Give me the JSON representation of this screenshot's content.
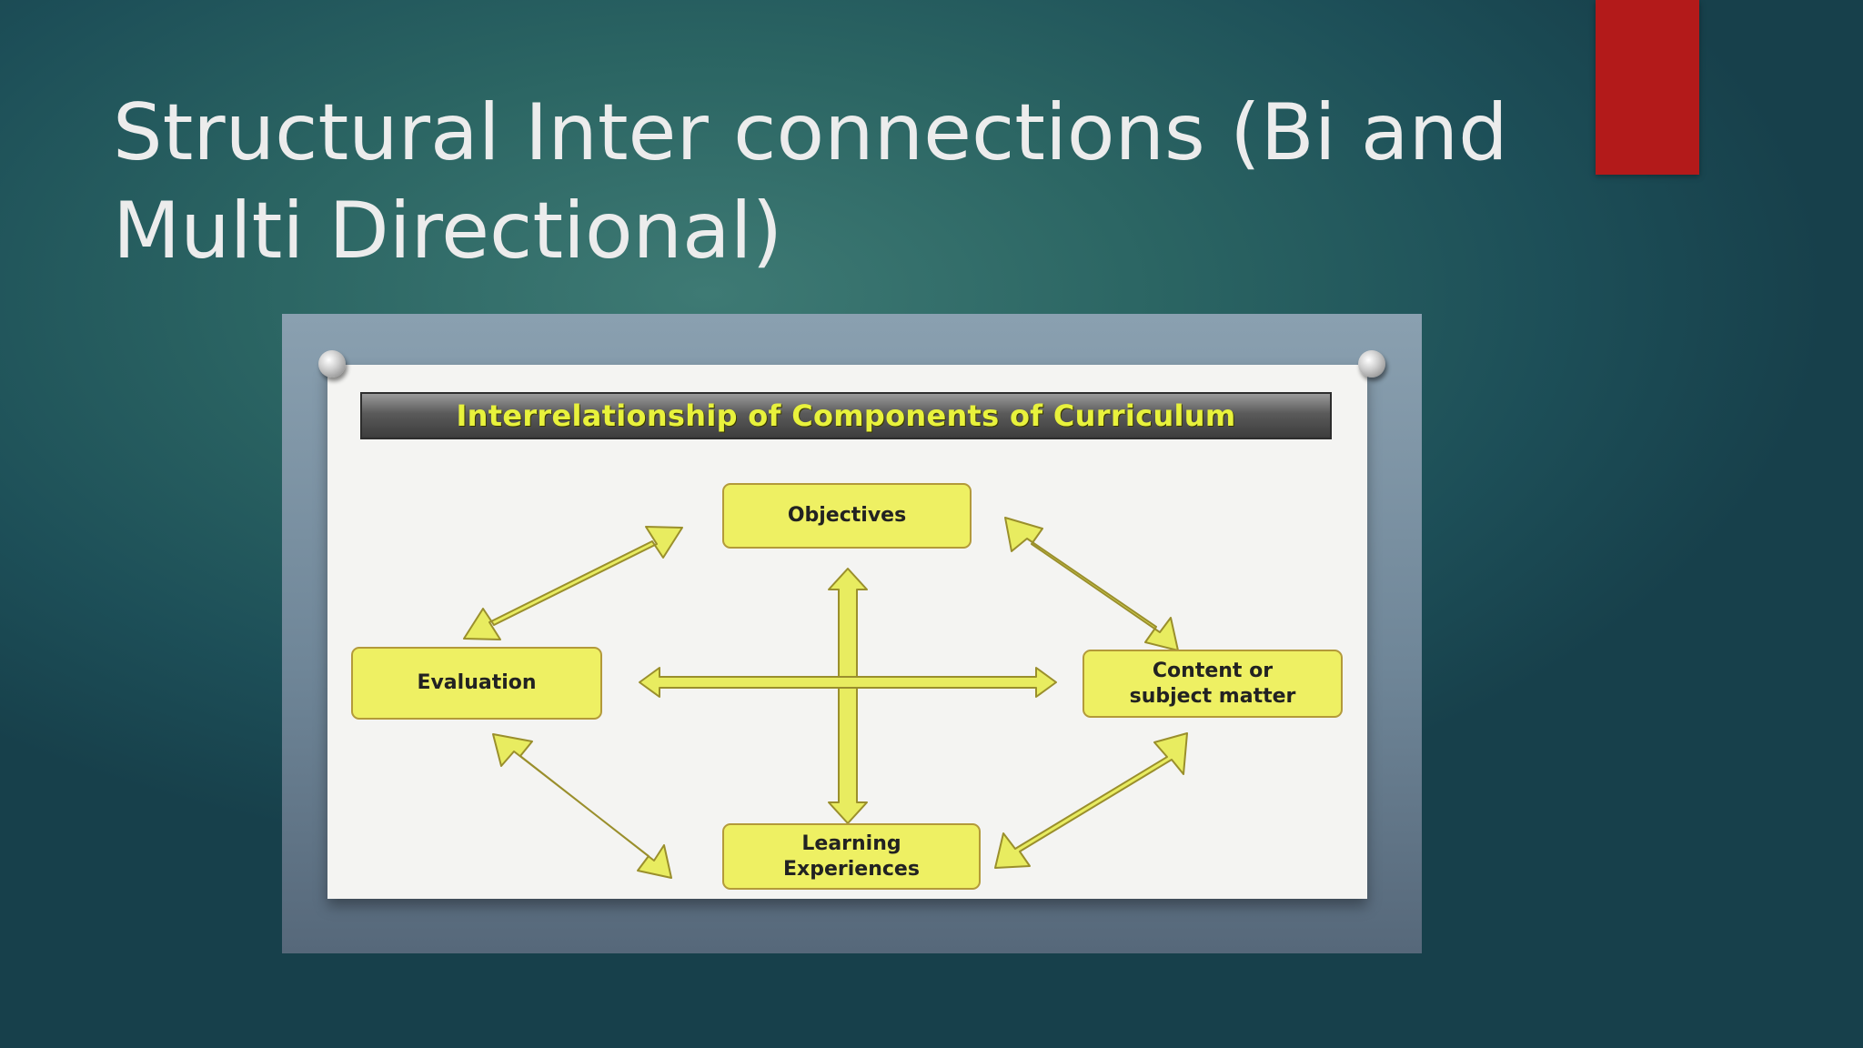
{
  "slide": {
    "title": "Structural Inter connections (Bi and Multi Directional)"
  },
  "image": {
    "banner_title": "Interrelationship of Components of Curriculum",
    "nodes": {
      "objectives": "Objectives",
      "evaluation": "Evaluation",
      "content_line1": "Content or",
      "content_line2": "subject matter",
      "learning_line1": "Learning",
      "learning_line2": "Experiences"
    }
  },
  "colors": {
    "accent_bar": "#b31a1a",
    "node_fill": "#eef063",
    "arrow_fill": "#e8ec60",
    "banner_text": "#e8f23c"
  }
}
